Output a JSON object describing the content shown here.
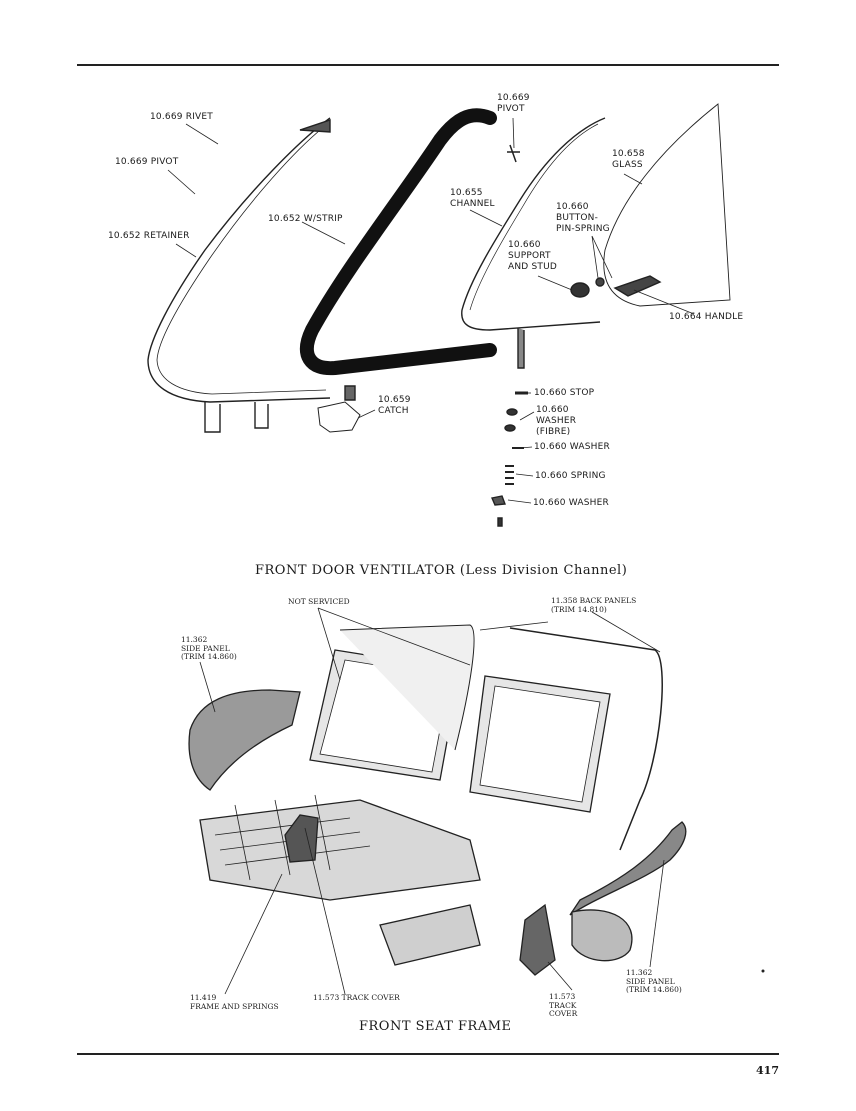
{
  "ventilator": {
    "caption": "FRONT DOOR VENTILATOR (Less Division Channel)",
    "labels": {
      "rivet": "10.669 RIVET",
      "pivot_left": "10.669 PIVOT",
      "retainer": "10.652 RETAINER",
      "wstrip": "10.652 W/STRIP",
      "pivot_top": "10.669\nPIVOT",
      "glass": "10.658\nGLASS",
      "channel": "10.655\nCHANNEL",
      "button": "10.660\nBUTTON-\nPIN-SPRING",
      "support": "10.660\nSUPPORT\nAND STUD",
      "handle": "10.664 HANDLE",
      "catch": "10.659\nCATCH",
      "stop": "10.660 STOP",
      "washer_fibre": "10.660\nWASHER\n(FIBRE)",
      "washer1": "10.660 WASHER",
      "spring": "10.660 SPRING",
      "washer2": "10.660 WASHER"
    }
  },
  "seat_frame": {
    "caption": "FRONT SEAT FRAME",
    "labels": {
      "not_serviced": "NOT SERVICED",
      "back_panels": "11.358 BACK PANELS\n(TRIM 14.810)",
      "side_panel_left": "11.362\nSIDE PANEL\n(TRIM 14.860)",
      "side_panel_right": "11.362\nSIDE PANEL\n(TRIM 14.860)",
      "frame_springs": "11.419\nFRAME AND SPRINGS",
      "track_cover_mid": "11.573 TRACK COVER",
      "track_cover_right": "11.573\nTRACK\nCOVER"
    }
  },
  "page_number": "417"
}
